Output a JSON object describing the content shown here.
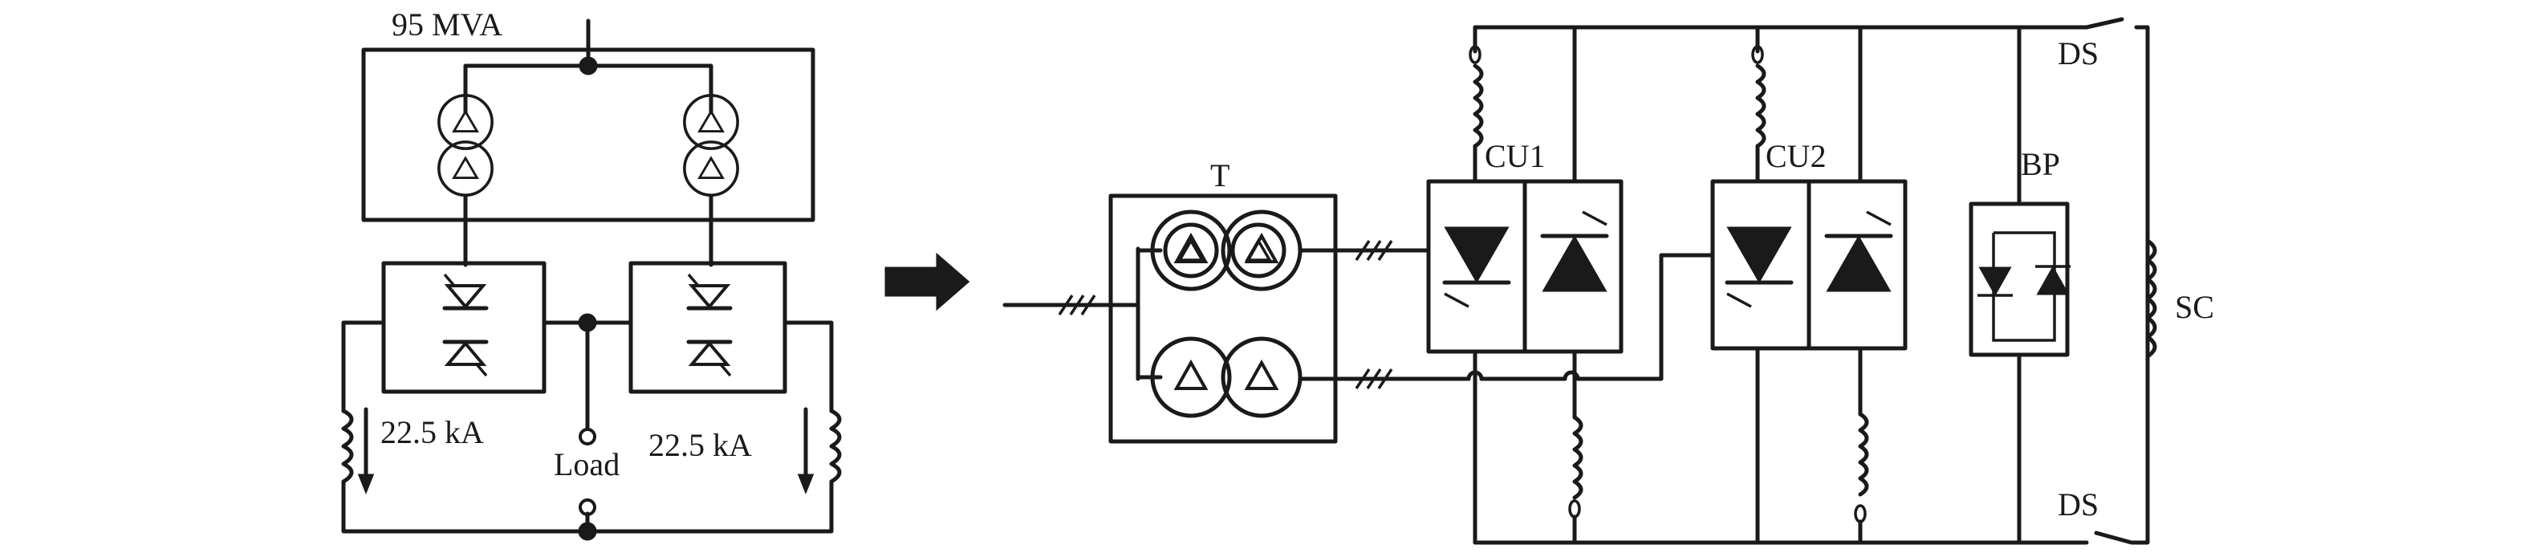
{
  "left_diagram": {
    "power_label": "95 MVA",
    "current_left": "22.5 kA",
    "current_right": "22.5 kA",
    "load_label": "Load"
  },
  "right_diagram": {
    "transformer_label": "T",
    "cu1_label": "CU1",
    "cu2_label": "CU2",
    "bp_label": "BP",
    "ds_top_label": "DS",
    "ds_bottom_label": "DS",
    "sc_label": "SC"
  },
  "icons": {
    "arrow": "right-arrow-icon",
    "transformer": "transformer-icon",
    "thyristor": "thyristor-icon",
    "inductor": "inductor-icon"
  },
  "colors": {
    "ink": "#1a1a1a",
    "background": "#ffffff"
  }
}
